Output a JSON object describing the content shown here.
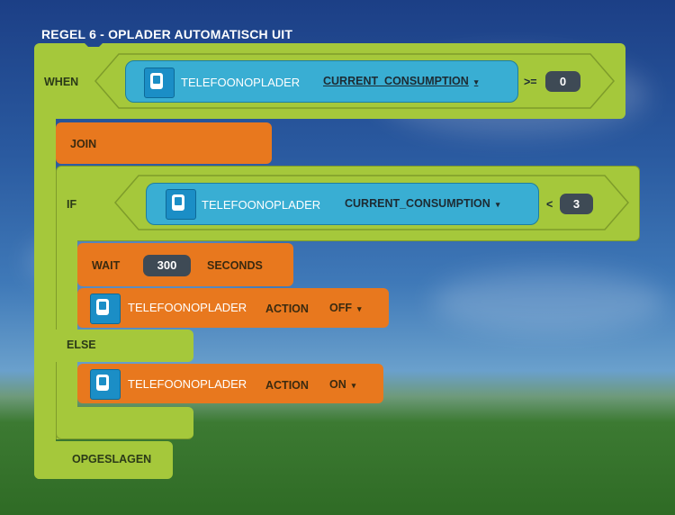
{
  "title": "REGEL 6 - OPLADER AUTOMATISCH UIT",
  "when": {
    "label": "WHEN",
    "device": "TELEFOONOPLADER",
    "property": "CURRENT_CONSUMPTION",
    "operator": ">=",
    "value": "0"
  },
  "join": {
    "label": "JOIN"
  },
  "if": {
    "label": "IF",
    "device": "TELEFOONOPLADER",
    "property": "CURRENT_CONSUMPTION",
    "operator": "<",
    "value": "3"
  },
  "wait": {
    "label": "WAIT",
    "value": "300",
    "unit": "SECONDS"
  },
  "action_off": {
    "device": "TELEFOONOPLADER",
    "action_label": "ACTION",
    "state": "OFF"
  },
  "else_label": "ELSE",
  "action_on": {
    "device": "TELEFOONOPLADER",
    "action_label": "ACTION",
    "state": "ON"
  },
  "footer": "OPGESLAGEN",
  "dropdown_arrow": "▾",
  "colors": {
    "green_block": "#a5c83b",
    "orange_block": "#e8781e",
    "blue_block": "#39aed3",
    "value_pill": "#3e4a55",
    "device_icon": "#1b8ec6"
  }
}
